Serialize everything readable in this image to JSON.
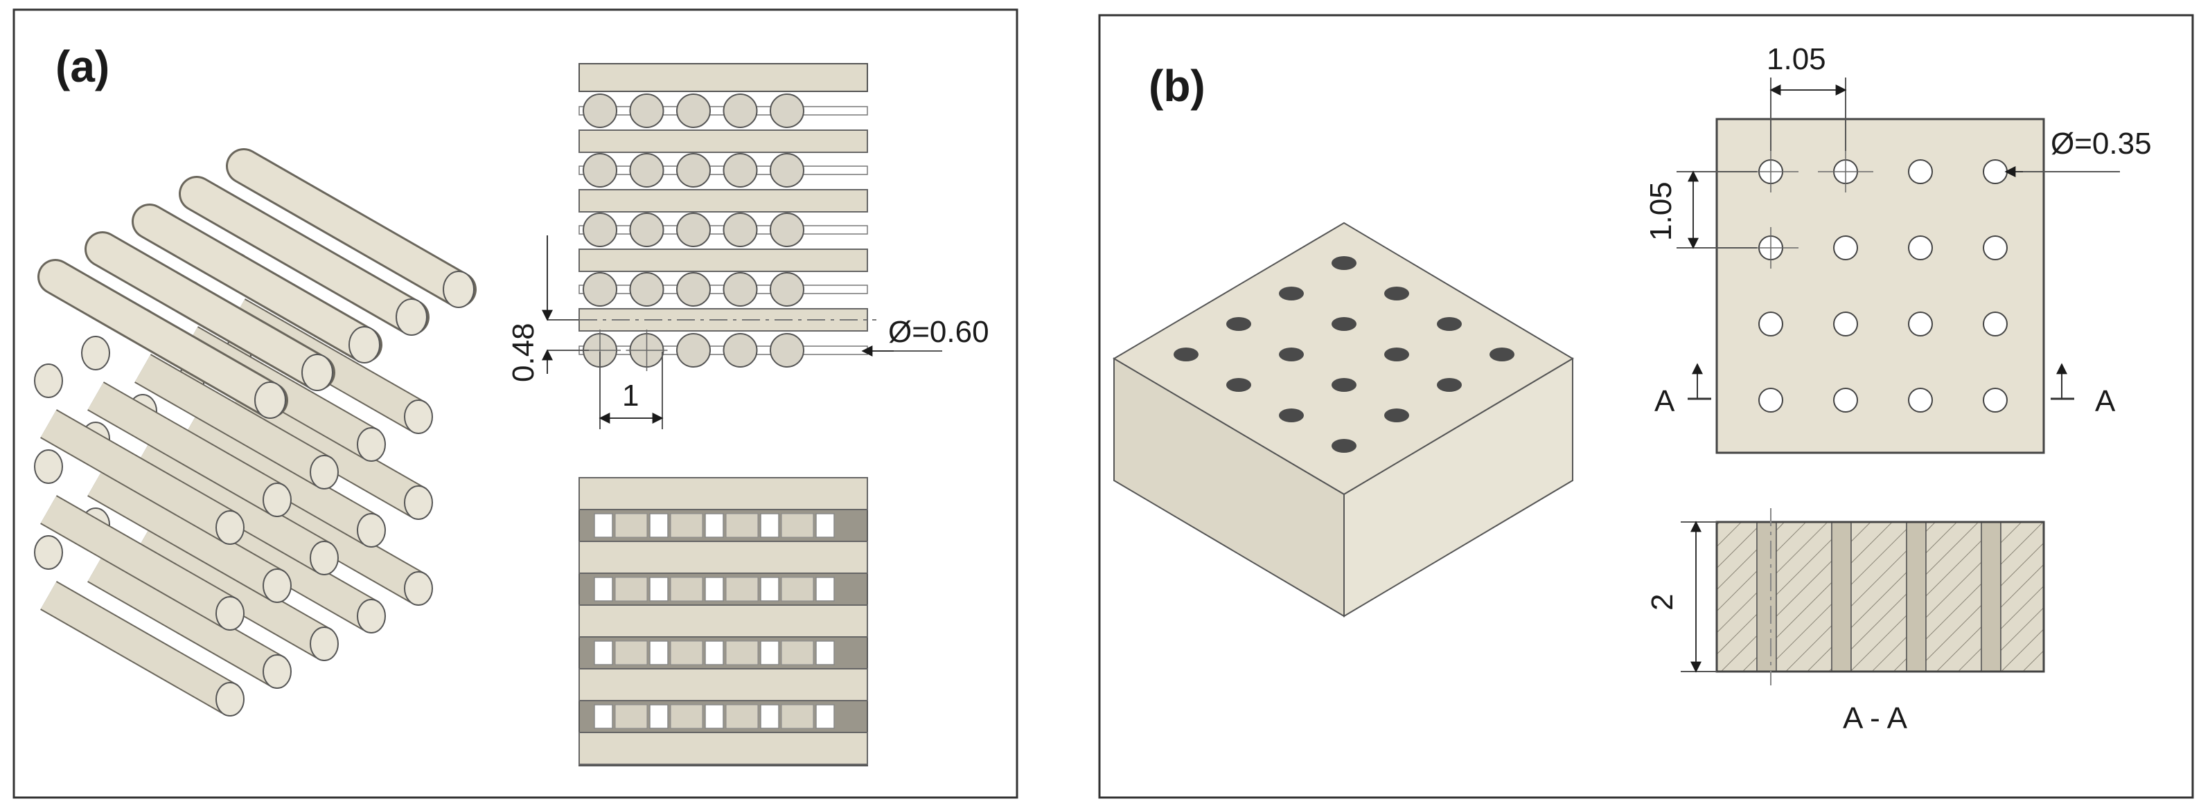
{
  "panels": [
    {
      "label": "(a)",
      "dimensions": {
        "layer_height": "0.48",
        "spacing": "1",
        "diameter": "Ø=0.60"
      }
    },
    {
      "label": "(b)",
      "dimensions": {
        "hole_spacing_horizontal": "1.05",
        "hole_spacing_vertical": "1.05",
        "diameter": "Ø=0.35",
        "section_marker_left": "A",
        "section_marker_right": "A",
        "thickness": "2",
        "section_label": "A - A"
      }
    }
  ],
  "colors": {
    "material": "#e0dbcb",
    "material_dark": "#c9c3b1",
    "line": "#3a3a3a",
    "hole": "#4a4a4a"
  }
}
